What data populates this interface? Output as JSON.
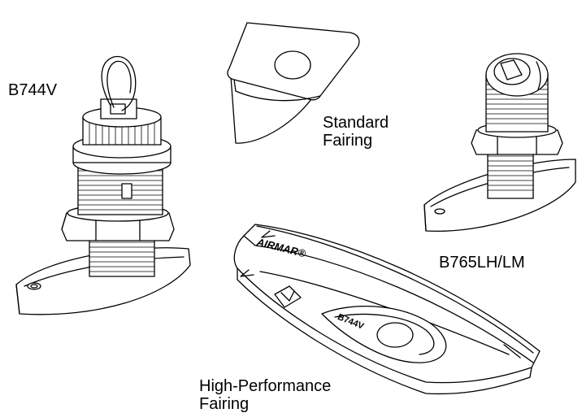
{
  "labels": {
    "b744v": "B744V",
    "standard": [
      "Standard",
      "Fairing"
    ],
    "b765": "B765LH/LM",
    "highperf": [
      "High-Performance",
      "Fairing"
    ]
  },
  "logo_text": "AIRMAR®",
  "part_mark": "B744V",
  "colors": {
    "line": "#000000",
    "background": "#ffffff"
  }
}
